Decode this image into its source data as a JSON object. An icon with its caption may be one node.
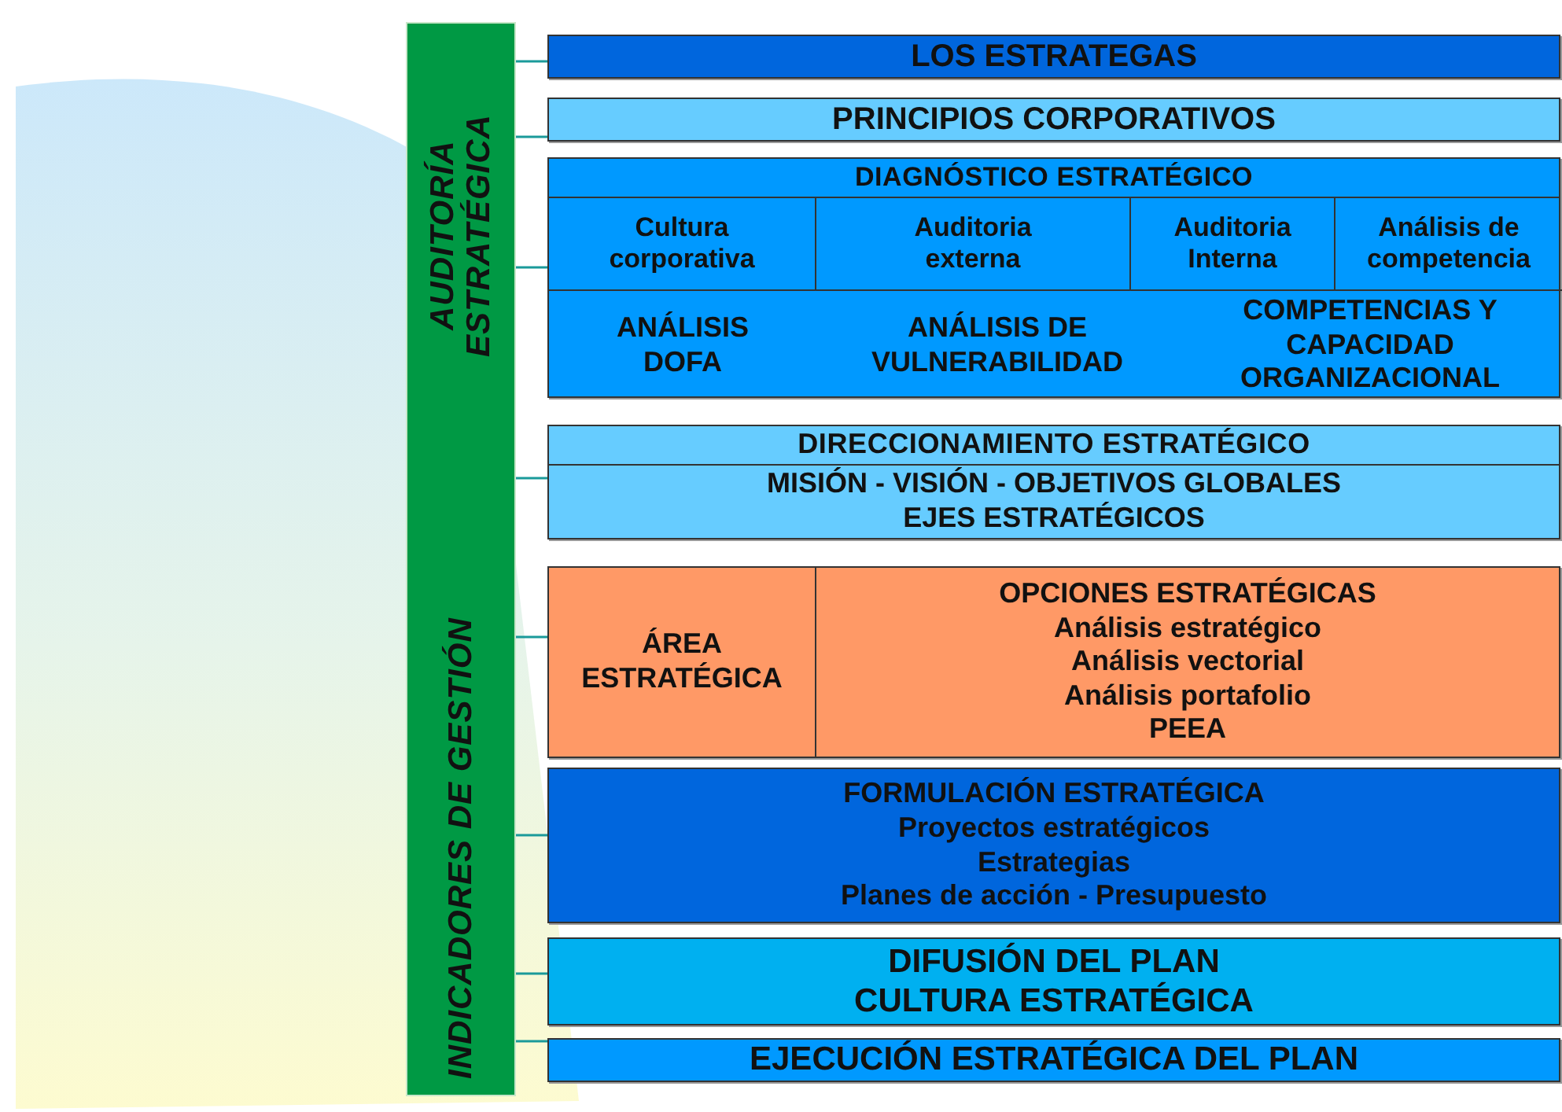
{
  "diagram": {
    "nodes": [
      {
        "text": [
          "AUDITORÍA ESTRATÉGICA",
          "INDICADORES DE GESTIÓN"
        ]
      },
      {
        "text": [
          "LOS ESTRATEGAS"
        ]
      },
      {
        "text": [
          "PRINCIPIOS CORPORATIVOS"
        ]
      },
      {
        "text": [
          "DIAGNÓSTICO ESTRATÉGICO"
        ]
      },
      {
        "text": [
          "Cultura corporativa"
        ],
        "in": 3
      },
      {
        "text": [
          "Auditoria externa"
        ],
        "in": 3
      },
      {
        "text": [
          "Auditoria Interna"
        ],
        "in": 3
      },
      {
        "text": [
          "Análisis de competencia"
        ],
        "in": 3
      },
      {
        "text": [
          "ANÁLISIS DOFA"
        ],
        "in": 3
      },
      {
        "text": [
          "ANÁLISIS DE VULNERABILIDAD"
        ],
        "in": 3
      },
      {
        "text": [
          "COMPETENCIAS Y CAPACIDAD ORGANIZACIONAL"
        ],
        "in": 3
      },
      {
        "text": [
          "DIRECCIONAMIENTO ESTRATÉGICO",
          "MISIÓN - VISIÓN - OBJETIVOS GLOBALES",
          "EJES ESTRATÉGICOS"
        ]
      },
      {
        "text": [],
        "shape": "box"
      },
      {
        "text": [
          "ÁREA ESTRATÉGICA"
        ],
        "in": 12
      },
      {
        "text": [
          "OPCIONES ESTRATÉGICAS",
          "Análisis estratégico",
          "Análisis vectorial",
          "Análisis portafolio",
          "PEEA"
        ],
        "in": 12
      },
      {
        "text": [
          "FORMULACIÓN ESTRATÉGICA",
          "Proyectos estratégicos",
          "Estrategias",
          "Planes de acción - Presupuesto"
        ]
      },
      {
        "text": [
          "DIFUSIÓN DEL PLAN",
          "CULTURA ESTRATÉGICA"
        ]
      },
      {
        "text": [
          "EJECUCIÓN ESTRATÉGICA DEL PLAN"
        ]
      }
    ],
    "edges": [
      {
        "from": 0,
        "to": 1,
        "arrow": "none"
      },
      {
        "from": 0,
        "to": 2,
        "arrow": "none"
      },
      {
        "from": 0,
        "to": 3,
        "arrow": "none"
      },
      {
        "from": 0,
        "to": 11,
        "arrow": "none"
      },
      {
        "from": 0,
        "to": 12,
        "arrow": "none"
      },
      {
        "from": 0,
        "to": 15,
        "arrow": "none"
      },
      {
        "from": 0,
        "to": 16,
        "arrow": "none"
      },
      {
        "from": 0,
        "to": 17,
        "arrow": "none"
      }
    ]
  }
}
